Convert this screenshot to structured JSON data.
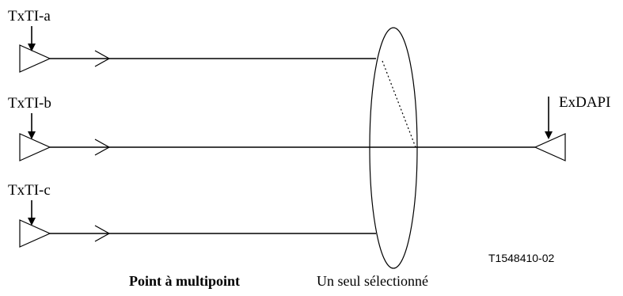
{
  "inputs": [
    {
      "label": "TxTI-a"
    },
    {
      "label": "TxTI-b"
    },
    {
      "label": "TxTI-c"
    }
  ],
  "output": {
    "label": "ExDAPI"
  },
  "figure_ref": "T1548410-02",
  "captions": {
    "left": "Point à multipoint",
    "right": "Un seul sélectionné"
  }
}
